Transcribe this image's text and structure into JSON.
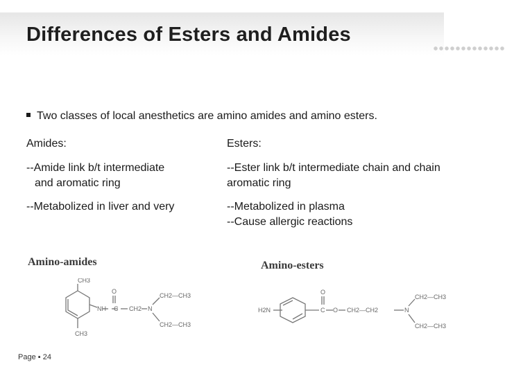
{
  "slide": {
    "title": "Differences of Esters and Amides",
    "intro": "Two classes of local anesthetics are amino amides and amino esters.",
    "amides": {
      "heading": "Amides:",
      "point1_line1": "--Amide link b/t intermediate",
      "point1_line2": "and aromatic ring",
      "point2": "--Metabolized in liver and very"
    },
    "esters": {
      "heading": "Esters:",
      "point1_line1": "--Ester link b/t intermediate chain and chain",
      "point1_line2": "aromatic ring",
      "point2": "--Metabolized in plasma",
      "point3": "--Cause allergic reactions"
    },
    "structures": {
      "amide_label": "Amino-amides",
      "ester_label": "Amino-esters",
      "amide_atoms": {
        "ch3_top": "CH3",
        "ch3_bottom": "CH3",
        "o": "O",
        "nh": "NH",
        "c": "C",
        "ch2": "CH2",
        "n": "N",
        "ethyl_upper": "CH2—CH3",
        "ethyl_lower": "CH2—CH3"
      },
      "ester_atoms": {
        "h2n": "H2N",
        "o_top": "O",
        "c": "C",
        "o_link": "O",
        "chain": "CH2—CH2",
        "n": "N",
        "ethyl_upper": "CH2—CH3",
        "ethyl_lower": "CH2—CH3"
      }
    },
    "footer": {
      "page_label": "Page",
      "page_number": "24"
    }
  }
}
